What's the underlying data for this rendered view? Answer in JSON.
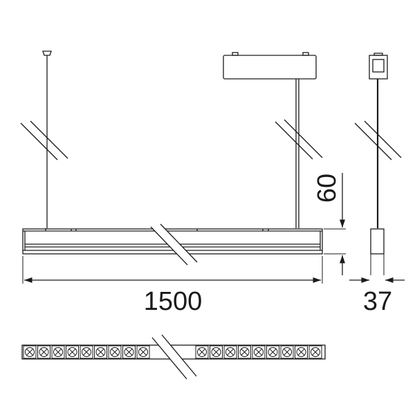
{
  "dimensions": {
    "length": "1500",
    "height": "60",
    "width": "37"
  },
  "led_top_view": {
    "left_group_count": 9,
    "right_group_count": 9
  }
}
